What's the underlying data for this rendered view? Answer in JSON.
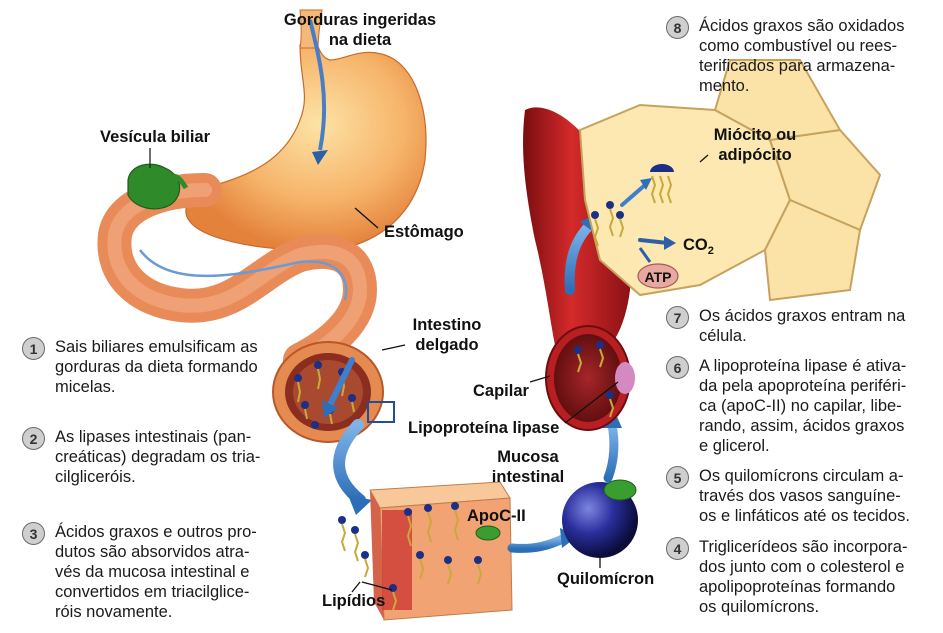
{
  "labels": {
    "dietary_fats": "Gorduras ingeridas\nna dieta",
    "gallbladder": "Vesícula biliar",
    "stomach": "Estômago",
    "small_intestine": "Intestino\ndelgado",
    "intestinal_mucosa": "Mucosa\nintestinal",
    "apoc": "ApoC-II",
    "lipids": "Lipídios",
    "chylomicron": "Quilomícron",
    "capillary": "Capilar",
    "lipoprotein_lipase": "Lipoproteína lipase",
    "myocyte": "Miócito ou\nadipócito",
    "co2": "CO",
    "co2_sub": "2",
    "atp": "ATP"
  },
  "steps": [
    {
      "n": "1",
      "text": "Sais biliares emulsificam as\ngorduras da dieta formando\nmicelas."
    },
    {
      "n": "2",
      "text": "As lipases intestinais (pan-\ncreáticas) degradam os tria-\ncilgliceróis."
    },
    {
      "n": "3",
      "text": "Ácidos graxos e outros pro-\ndutos são absorvidos atra-\nvés da mucosa intestinal e\nconvertidos em triacilglice-\nróis novamente."
    },
    {
      "n": "4",
      "text": "Triglicerídeos são incorpora-\ndos junto com o colesterol e\napolipoproteínas formando\nos quilomícrons."
    },
    {
      "n": "5",
      "text": "Os quilomícrons circulam a-\ntravés dos vasos sanguíne-\nos e linfáticos até os tecidos."
    },
    {
      "n": "6",
      "text": "A lipoproteína lipase é ativa-\nda pela apoproteína periféri-\nca (apoC-II) no capilar, libe-\nrando, assim, ácidos graxos\ne glicerol."
    },
    {
      "n": "7",
      "text": "Os ácidos graxos entram na\ncélula."
    },
    {
      "n": "8",
      "text": "Ácidos graxos são oxidados\ncomo combustível ou rees-\nterificados para armazena-\nmento."
    }
  ]
}
